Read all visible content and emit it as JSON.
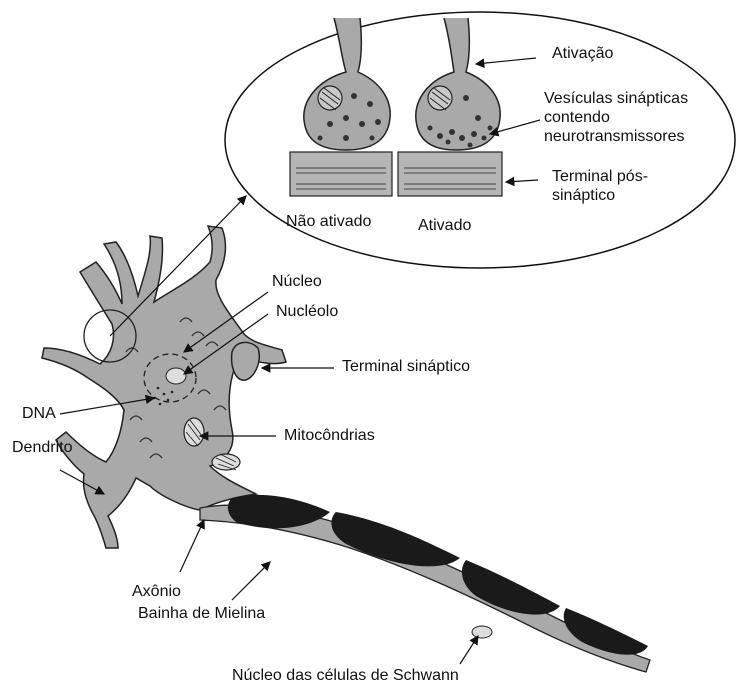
{
  "labels": {
    "ativacao": "Ativação",
    "vesiculas": "Vesículas sinápticas contendo neurotransmissores",
    "terminal_pos": "Terminal pós-sináptico",
    "nao_ativado": "Não ativado",
    "ativado": "Ativado",
    "nucleo": "Núcleo",
    "nucleolo": "Nucléolo",
    "terminal_sinaptico": "Terminal sináptico",
    "dna": "DNA",
    "dendrito": "Dendrito",
    "mitocondrias": "Mitocôndrias",
    "axonio": "Axônio",
    "bainha": "Bainha de Mielina",
    "schwann": "Núcleo das células de Schwann"
  },
  "colors": {
    "cell_fill": "#a9a9a9",
    "myelin_fill": "#1a1a1a",
    "line": "#222222",
    "postsynaptic_fill": "#b5b5b5"
  }
}
